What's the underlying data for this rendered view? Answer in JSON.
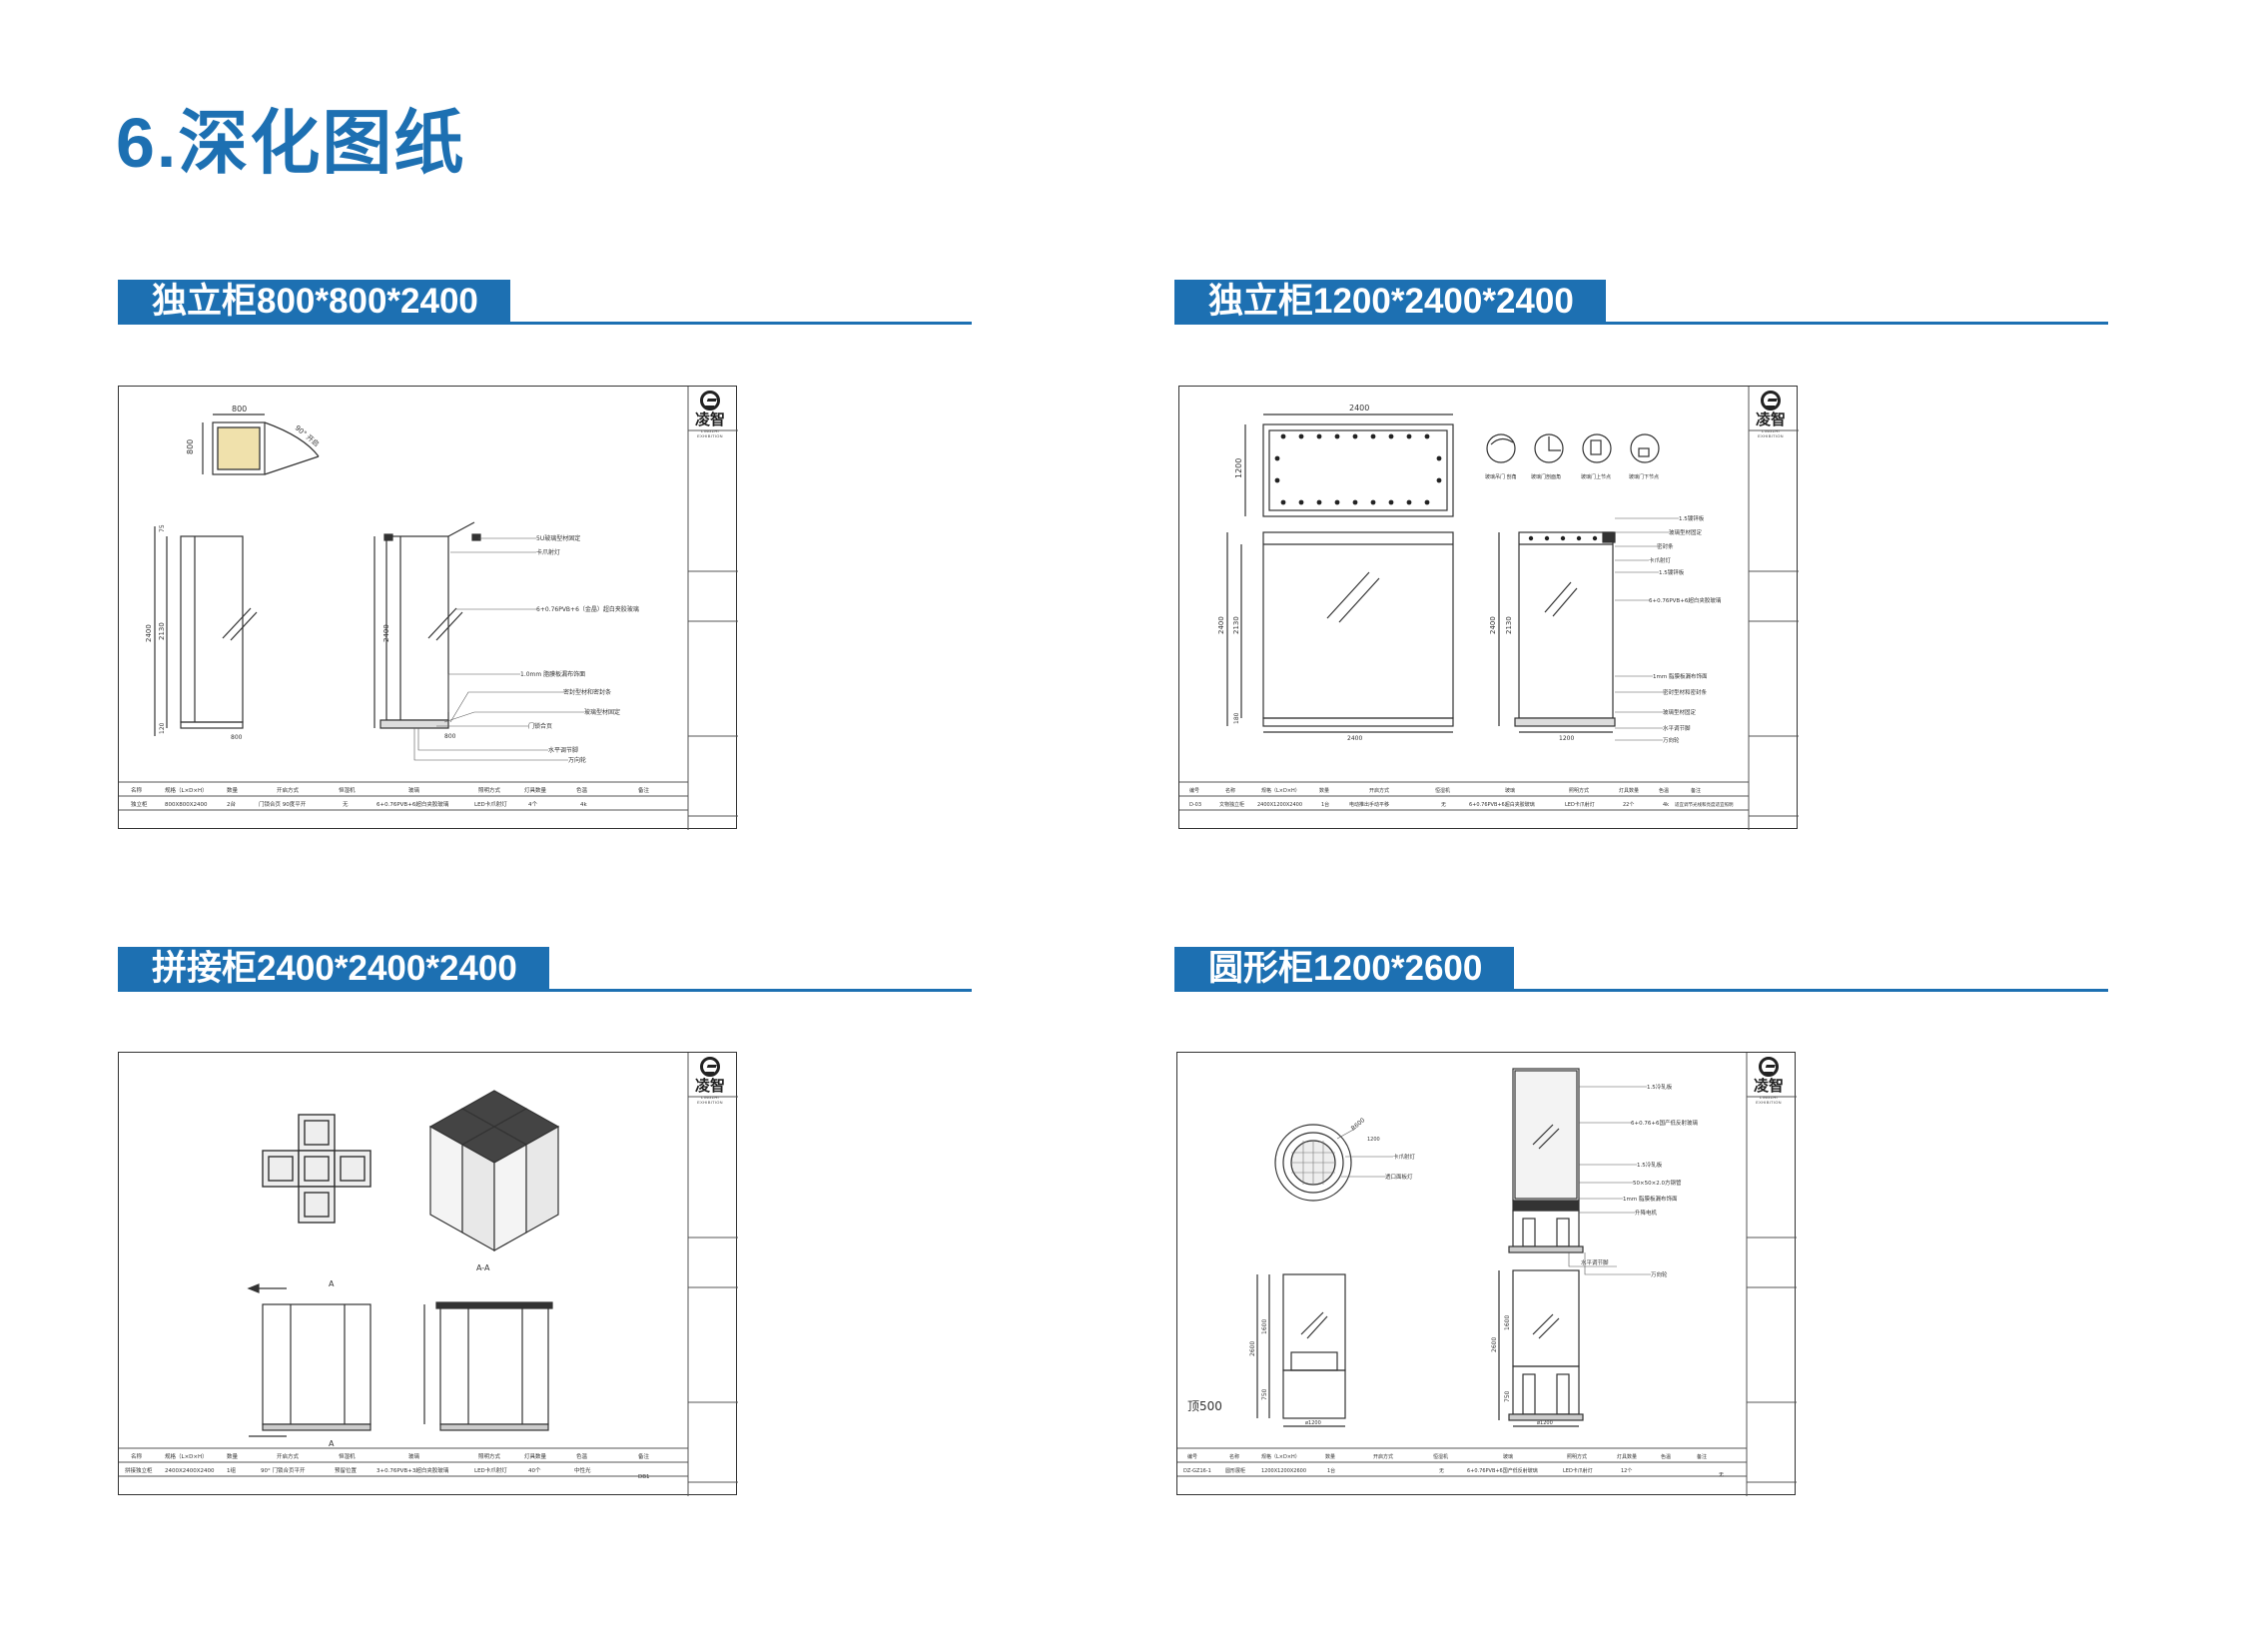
{
  "page": {
    "title": "6.深化图纸"
  },
  "brand": {
    "name": "凌智",
    "sub": "LINGZHI EXHIBITION"
  },
  "sections": [
    {
      "heading": "独立柜800*800*2400",
      "dims": {
        "width": "800",
        "depth": "800",
        "total_height": "2400",
        "body_height": "2130",
        "base": "120",
        "top": "75",
        "angle": "90° 开启"
      },
      "callouts": [
        "5U玻璃型材固定",
        "卡爪射灯",
        "6+0.76PVB+6（金晶）超白夹胶玻璃",
        "1.0mm 脂膜板漏布饰面",
        "密封型材和密封条",
        "玻璃型材固定",
        "门锁合页",
        "水平调节脚",
        "万向轮"
      ],
      "table": {
        "headers": [
          "名称",
          "规格（L×D×H）",
          "数量",
          "开启方式",
          "恒湿机",
          "玻璃",
          "照明方式",
          "灯具数量",
          "色温",
          "备注"
        ],
        "row": [
          "独立柜",
          "800X800X2400",
          "2台",
          "门锁合页 90度平开",
          "无",
          "6+0.76PVB+6超白夹胶玻璃",
          "LED卡爪射灯",
          "4个",
          "4k",
          ""
        ]
      }
    },
    {
      "heading": "独立柜1200*2400*2400",
      "dims": {
        "width": "2400",
        "depth": "1200",
        "total_height": "2400",
        "body_height": "2130",
        "base": "180",
        "side_width": "1200"
      },
      "detail_labels": [
        "玻璃吊门 剖角",
        "玻璃门剖面角",
        "玻璃门上节点",
        "玻璃门下节点"
      ],
      "callouts": [
        "1.5镀锌板",
        "玻璃型材固定",
        "密封条",
        "卡爪射灯",
        "1.5镀锌板",
        "6+0.76PVB+6超白夹胶玻璃",
        "1mm 脂膜板漏布饰面",
        "密封型材和密封条",
        "玻璃型材固定",
        "水平调节脚",
        "万向轮"
      ],
      "table": {
        "headers": [
          "编号",
          "名称",
          "规格（L×D×H）",
          "数量",
          "开启方式",
          "恒湿机",
          "玻璃",
          "照明方式",
          "灯具数量",
          "色温",
          "备注"
        ],
        "row": [
          "D-03",
          "文物独立柜",
          "2400X1200X2400",
          "1台",
          "电动推出手动平移",
          "无",
          "6+0.76PVB+6超白夹胶玻璃",
          "LED卡爪射灯",
          "22个",
          "4k",
          "适宜调节光线和亮度适宜照明"
        ]
      }
    },
    {
      "heading": "拼接柜2400*2400*2400",
      "section_mark": "A",
      "section_label": "A-A",
      "table": {
        "headers": [
          "名称",
          "规格（L×D×H）",
          "数量",
          "开启方式",
          "恒湿机",
          "玻璃",
          "照明方式",
          "灯具数量",
          "色温",
          "备注"
        ],
        "row": [
          "拼接独立柜",
          "2400X2400X2400",
          "1组",
          "90° 门锁合页平开",
          "预留位置",
          "3+0.76PVB+3超白夹胶玻璃",
          "LED卡爪射灯",
          "40个",
          "中性光",
          "DB1"
        ]
      }
    },
    {
      "heading": "圆形柜1200*2600",
      "dims": {
        "diameter": "ø1200",
        "total_height": "2600",
        "glass_height": "1600",
        "base": "750",
        "radius": "R600",
        "top_dim": "1200"
      },
      "note": "顶500",
      "plan_callouts": [
        "卡爪射灯",
        "透口面板灯"
      ],
      "callouts": [
        "1.5冷轧板",
        "6+0.76+6国产低反射玻璃",
        "1.5冷轧板",
        "50×50×2.0方钢管",
        "1mm 脂膜板漏布饰面",
        "升降电机",
        "水平调节脚",
        "万向轮"
      ],
      "table": {
        "headers": [
          "编号",
          "名称",
          "规格（L×D×H）",
          "数量",
          "开启方式",
          "恒湿机",
          "玻璃",
          "照明方式",
          "灯具数量",
          "色温",
          "备注"
        ],
        "row": [
          "DZ-GZ16-1",
          "圆形展柜",
          "1200X1200X2600",
          "1台",
          "",
          "无",
          "6+0.76PVB+6国产低反射玻璃",
          "LED卡爪射灯",
          "12个",
          "",
          "无"
        ]
      }
    }
  ]
}
